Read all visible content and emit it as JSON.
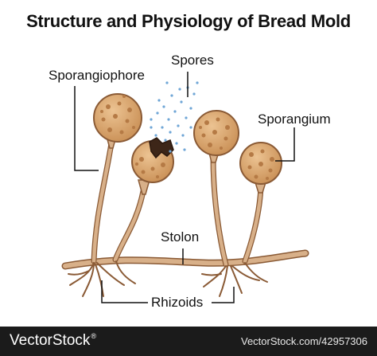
{
  "title": "Structure and Physiology of Bread Mold",
  "labels": {
    "sporangiophore": "Sporangiophore",
    "spores": "Spores",
    "sporangium": "Sporangium",
    "stolon": "Stolon",
    "rhizoids": "Rhizoids"
  },
  "footer": {
    "brand": "VectorStock",
    "registered": "®",
    "image_id": "VectorStock.com/42957306"
  },
  "colors": {
    "sporangium_fill": "#d9a66c",
    "sporangium_spots": "#b57a45",
    "stalk": "#d8b089",
    "outline": "#8a5a35",
    "spores": "#6fa6d6",
    "footer_bg": "#1b1b1b"
  }
}
